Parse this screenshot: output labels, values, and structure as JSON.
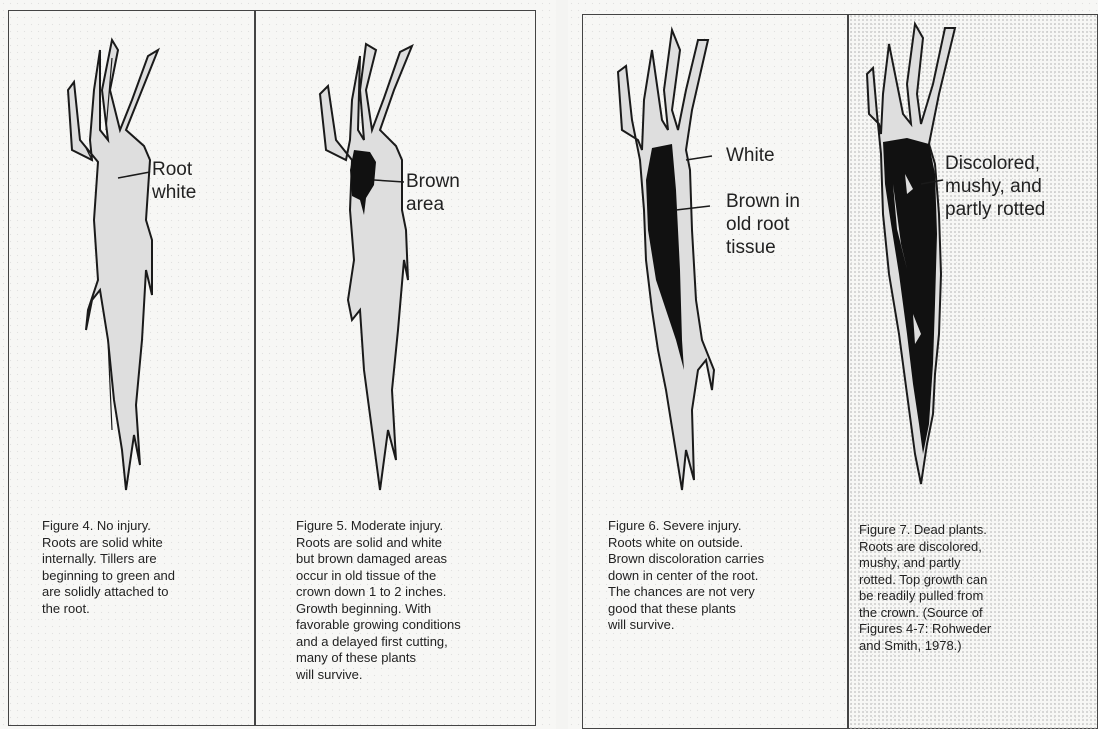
{
  "panels": [
    {
      "labels": [
        "Root\nwhite"
      ],
      "caption": "Figure 4.  No injury.\nRoots are solid white\ninternally. Tillers are\nbeginning to green and\nare solidly attached to\nthe root."
    },
    {
      "labels": [
        "Brown\narea"
      ],
      "caption": "Figure 5. Moderate injury.\nRoots are solid and white\nbut brown damaged areas\noccur in old tissue of the\ncrown down 1 to 2 inches.\nGrowth beginning. With\nfavorable growing conditions\nand a delayed first cutting,\nmany of these plants\nwill survive."
    },
    {
      "labels": [
        "White",
        "Brown in\nold root\ntissue"
      ],
      "caption": "Figure 6.  Severe injury.\nRoots white on outside.\nBrown discoloration carries\ndown in center of the root.\nThe chances are not very\ngood that these plants\nwill survive."
    },
    {
      "labels": [
        "Discolored,\nmushy, and\npartly rotted"
      ],
      "caption": "Figure 7.  Dead plants.\nRoots are discolored,\nmushy, and partly\nrotted. Top growth can\nbe readily pulled from\nthe crown. (Source of\nFigures 4-7: Rohweder\nand Smith, 1978.)"
    }
  ],
  "colors": {
    "root_fill": "#dedede",
    "damage_fill": "#111111",
    "outline": "#1a1a1a"
  }
}
